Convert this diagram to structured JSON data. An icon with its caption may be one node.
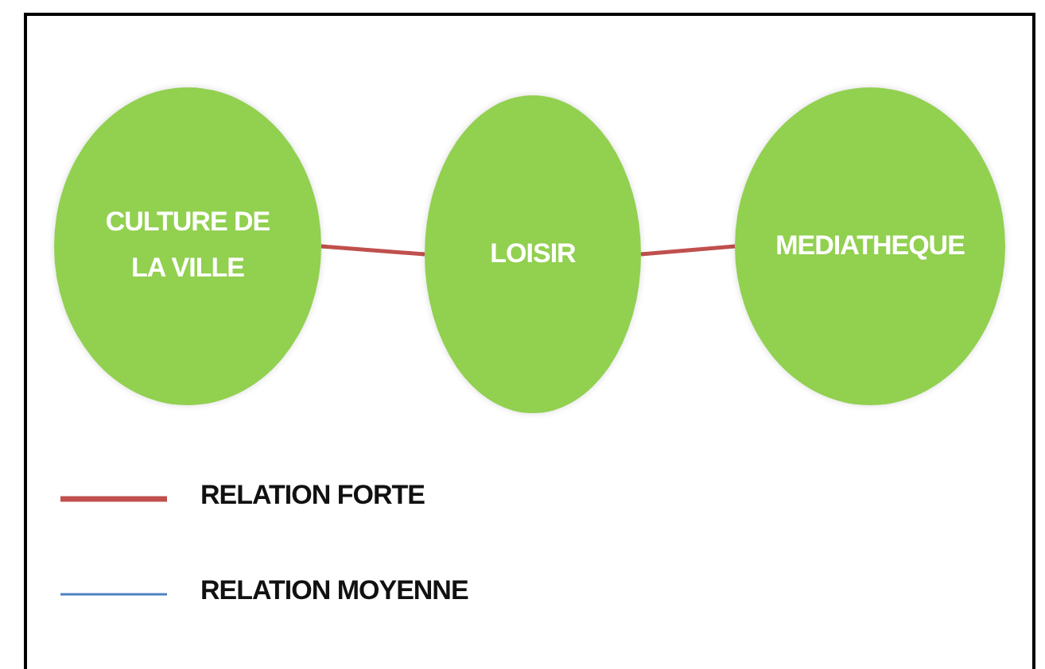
{
  "diagram": {
    "nodes": [
      {
        "text": [
          "CULTURE DE LA VILLE"
        ]
      },
      {
        "text": [
          "LOISIR"
        ]
      },
      {
        "text": [
          "MEDIATHEQUE"
        ]
      }
    ],
    "edges": [
      {
        "from": 0,
        "to": 1,
        "arrow": "none"
      },
      {
        "from": 1,
        "to": 2,
        "arrow": "none"
      }
    ],
    "legend": [
      {
        "text": "RELATION FORTE"
      },
      {
        "text": "RELATION MOYENNE"
      }
    ]
  }
}
